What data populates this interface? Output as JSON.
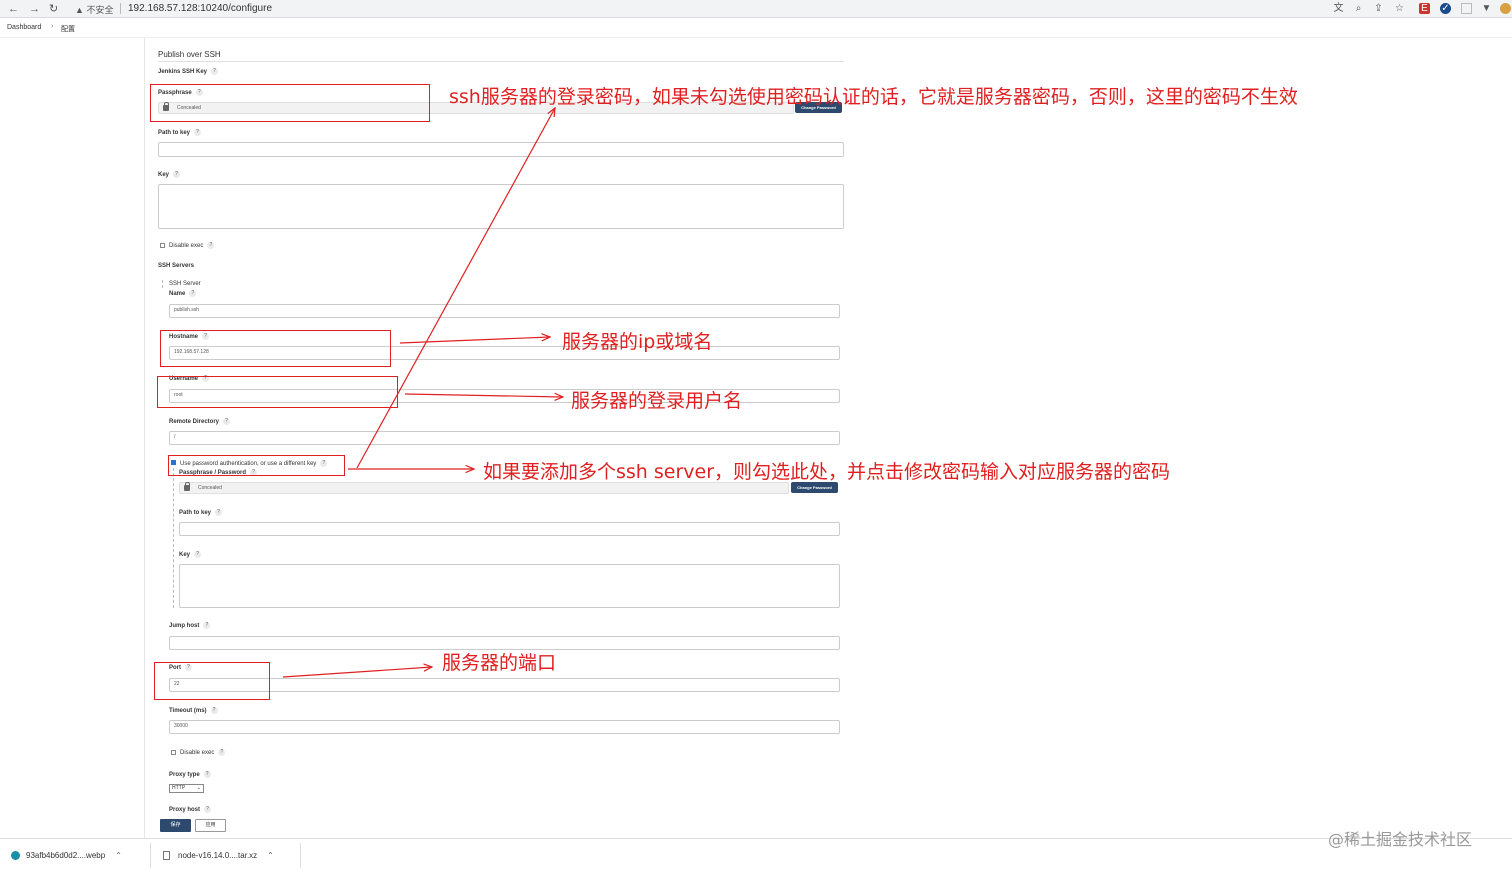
{
  "browser": {
    "security_label": "不安全",
    "url": "192.168.57.128:10240/configure",
    "icons": [
      "back-icon",
      "forward-icon",
      "reload-icon",
      "warning-icon",
      "translate-icon",
      "zoom-icon",
      "share-icon",
      "star-icon",
      "extension-icon",
      "check-icon",
      "tab-icon",
      "filter-icon",
      "profile-icon"
    ]
  },
  "breadcrumb": {
    "item1": "Dashboard",
    "item2": "配置"
  },
  "section": {
    "title": "Publish over SSH"
  },
  "global": {
    "jenkins_ssh_key_label": "Jenkins SSH Key",
    "passphrase_label": "Passphrase",
    "passphrase_value": "Concealed",
    "change_password_label": "Change Password",
    "path_to_key_label": "Path to key",
    "key_label": "Key",
    "disable_exec_label": "Disable exec",
    "ssh_servers_label": "SSH Servers"
  },
  "server": {
    "header": "SSH Server",
    "name_label": "Name",
    "name_value": "publish.ssh",
    "hostname_label": "Hostname",
    "hostname_value": "192.168.57.128",
    "username_label": "Username",
    "username_value": "root",
    "remote_dir_label": "Remote Directory",
    "remote_dir_value": "/",
    "use_password_label": "Use password authentication, or use a different key",
    "passphrase_password_label": "Passphrase / Password",
    "passphrase_value": "Concealed",
    "change_password_label": "Change Password",
    "path_to_key_label": "Path to key",
    "key_label": "Key",
    "jump_host_label": "Jump host",
    "port_label": "Port",
    "port_value": "22",
    "timeout_label": "Timeout (ms)",
    "timeout_value": "30000",
    "disable_exec_label": "Disable exec",
    "proxy_type_label": "Proxy type",
    "proxy_type_value": "HTTP",
    "proxy_host_label": "Proxy host"
  },
  "actions": {
    "save_label": "保存",
    "apply_label": "应用"
  },
  "annotations": {
    "passphrase_note": "ssh服务器的登录密码，如果未勾选使用密码认证的话，它就是服务器密码，否则，这里的密码不生效",
    "hostname_note": "服务器的ip或域名",
    "username_note": "服务器的登录用户名",
    "multi_server_note": "如果要添加多个ssh server，则勾选此处，并点击修改密码输入对应服务器的密码",
    "port_note": "服务器的端口",
    "color": "#e02020"
  },
  "downloads": {
    "item1": "93afb4b6d0d2....webp",
    "item2": "node-v16.14.0....tar.xz"
  },
  "watermark": "@稀土掘金技术社区"
}
